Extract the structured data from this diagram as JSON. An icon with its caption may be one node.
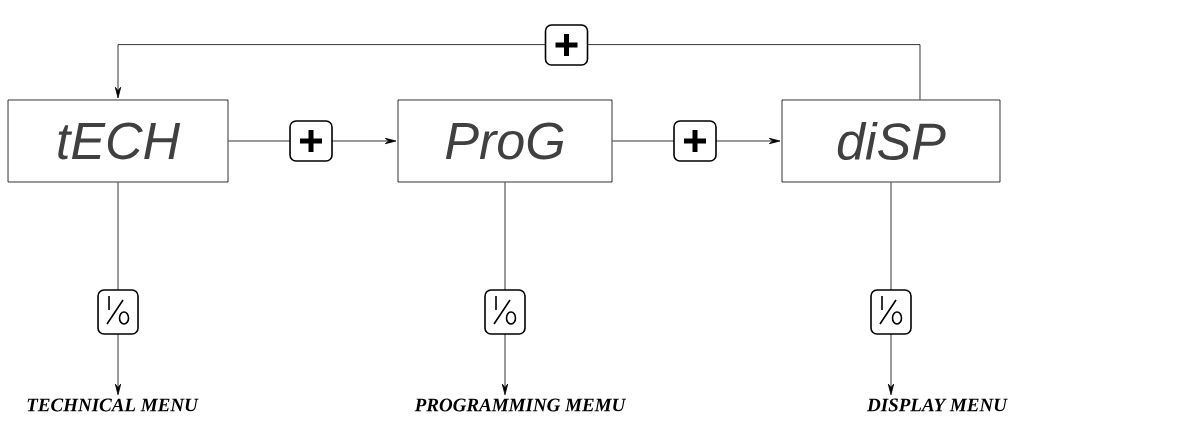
{
  "diagram": {
    "nodes": [
      {
        "text": [
          "tECH"
        ]
      },
      {
        "text": [
          "ProG"
        ]
      },
      {
        "text": [
          "diSP"
        ]
      },
      {
        "text": [
          "TECHNICAL MENU"
        ]
      },
      {
        "text": [
          "PROGRAMMING MEMU"
        ]
      },
      {
        "text": [
          "DISPLAY MENU"
        ]
      }
    ],
    "edges": [
      {
        "from": 0,
        "to": 1,
        "arrow": "to"
      },
      {
        "from": 1,
        "to": 2,
        "arrow": "to"
      },
      {
        "from": 2,
        "to": 0,
        "arrow": "to"
      },
      {
        "from": 0,
        "to": 3,
        "arrow": "to"
      },
      {
        "from": 1,
        "to": 4,
        "arrow": "to"
      },
      {
        "from": 2,
        "to": 5,
        "arrow": "to"
      }
    ]
  }
}
